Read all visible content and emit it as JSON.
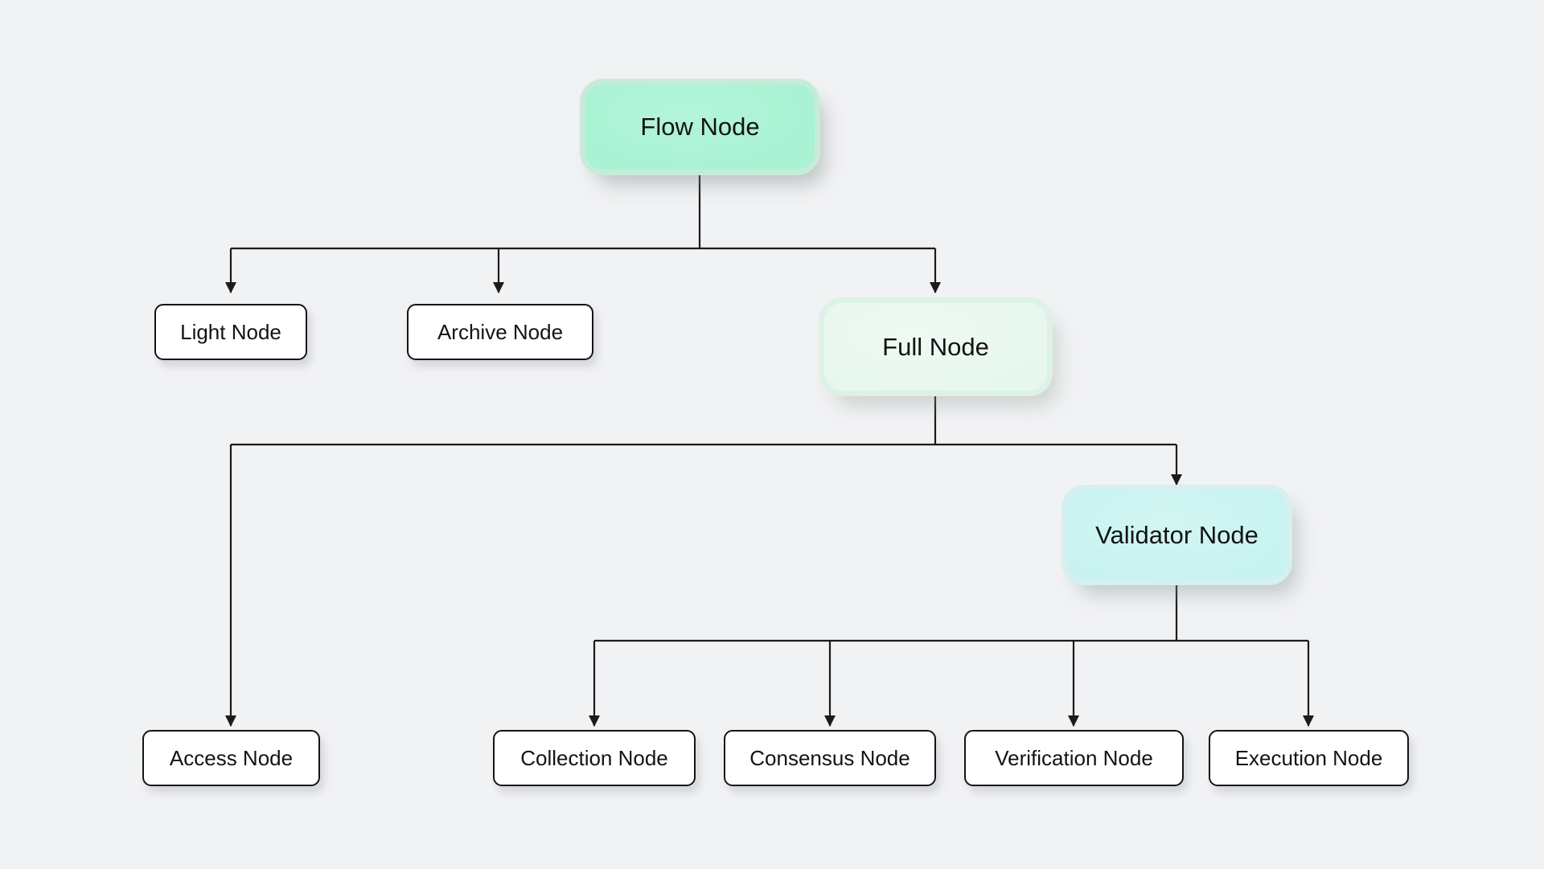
{
  "diagram": {
    "nodes": {
      "flow": {
        "label": "Flow Node"
      },
      "light": {
        "label": "Light Node"
      },
      "archive": {
        "label": "Archive Node"
      },
      "full": {
        "label": "Full Node"
      },
      "validator": {
        "label": "Validator Node"
      },
      "access": {
        "label": "Access Node"
      },
      "collection": {
        "label": "Collection Node"
      },
      "consensus": {
        "label": "Consensus Node"
      },
      "verification": {
        "label": "Verification Node"
      },
      "execution": {
        "label": "Execution Node"
      }
    },
    "edges": [
      {
        "from": "flow",
        "to": "light"
      },
      {
        "from": "flow",
        "to": "archive"
      },
      {
        "from": "flow",
        "to": "full"
      },
      {
        "from": "full",
        "to": "access"
      },
      {
        "from": "full",
        "to": "validator"
      },
      {
        "from": "validator",
        "to": "collection"
      },
      {
        "from": "validator",
        "to": "consensus"
      },
      {
        "from": "validator",
        "to": "verification"
      },
      {
        "from": "validator",
        "to": "execution"
      }
    ],
    "colors": {
      "background": "#f1f2f4",
      "line_color": "#1b1b1b",
      "box_border": "#151515",
      "box_fill": "#ffffff",
      "flow_fill": "#a9f2d4",
      "full_fill": "#e6f7ed",
      "validator_fill": "#c8f3f0",
      "text_color": "#131313"
    }
  }
}
